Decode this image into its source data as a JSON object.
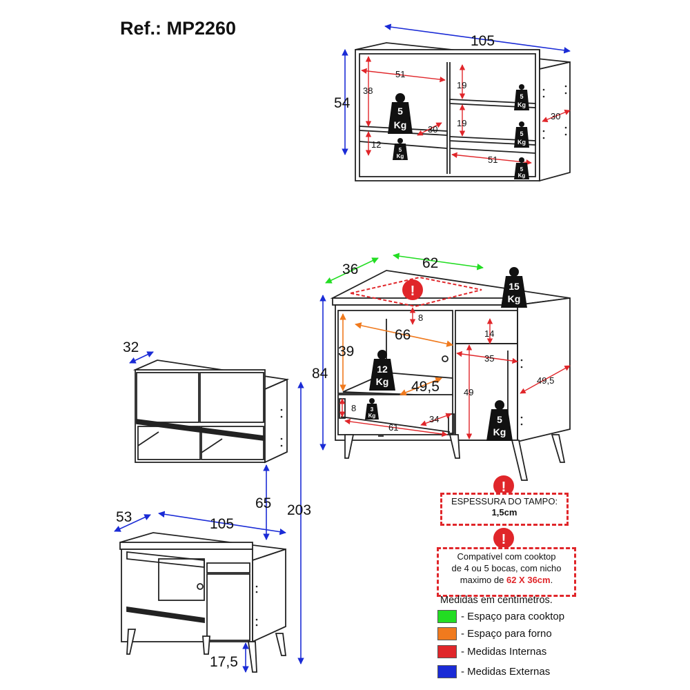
{
  "reference": "Ref.: MP2260",
  "colors": {
    "cooktop": "#22dd22",
    "oven": "#f07a1e",
    "internal": "#e0262a",
    "external": "#1a2bd6"
  },
  "top_cabinet_dims": {
    "width": "105",
    "height": "54",
    "depth": "30",
    "left_width": "51",
    "left_height": "38",
    "left_depth": "30",
    "low_height": "12",
    "right_h1": "19",
    "right_h2": "19",
    "right_bottom_width": "51"
  },
  "weights": {
    "five_kg": [
      "5",
      "Kg"
    ],
    "twelve_kg": [
      "12",
      "Kg"
    ],
    "fifteen_kg": [
      "15",
      "Kg"
    ],
    "three_kg": [
      "3",
      "Kg"
    ]
  },
  "base_cabinet_dims": {
    "depth_top": "36",
    "cooktop_width": "62",
    "height": "84",
    "top_gap": "8",
    "oven_width": "66",
    "oven_height": "39",
    "oven_depth": "49,5",
    "drawer_height": "8",
    "drawer_width": "61",
    "drawer_depth": "34",
    "right_top": "14",
    "right_width": "35",
    "right_height": "49",
    "right_depth": "49,5"
  },
  "assembly_dims": {
    "upper_depth": "32",
    "gap": "65",
    "total_height": "203",
    "base_depth": "53",
    "base_width": "105",
    "leg_height": "17,5"
  },
  "notes": {
    "thickness_label": "ESPESSURA DO TAMPO:",
    "thickness_value": "1,5cm",
    "cooktop_line1": "Compatível com cooktop",
    "cooktop_line2": "de 4 ou 5 bocas, com nicho",
    "cooktop_line3_prefix": "maximo de ",
    "cooktop_line3_value": "62 X 36cm",
    "cooktop_line3_suffix": ".",
    "warning_mark": "!"
  },
  "legend": {
    "title": "Medidas em centímetros.",
    "items": [
      {
        "label": "- Espaço para cooktop",
        "color": "#22dd22"
      },
      {
        "label": "- Espaço para forno",
        "color": "#f07a1e"
      },
      {
        "label": "- Medidas Internas",
        "color": "#e0262a"
      },
      {
        "label": "- Medidas Externas",
        "color": "#1a2bd6"
      }
    ]
  }
}
